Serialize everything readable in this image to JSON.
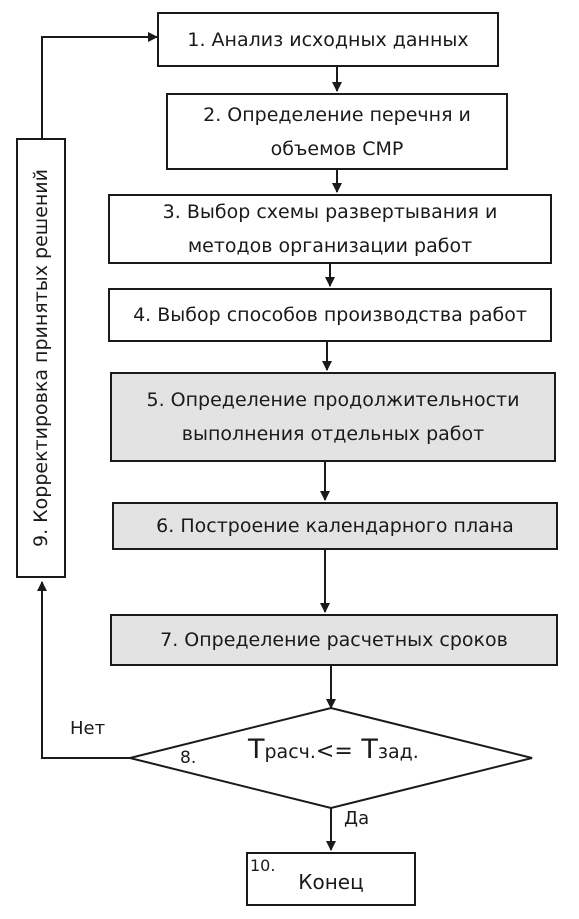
{
  "steps": {
    "s1": "1. Анализ исходных данных",
    "s2_line1": "2. Определение перечня и",
    "s2_line2": "объемов СМР",
    "s3_line1": "3. Выбор схемы развертывания и",
    "s3_line2": "методов организации работ",
    "s4": "4. Выбор способов производства работ",
    "s5_line1": "5. Определение продолжительности",
    "s5_line2": "выполнения отдельных работ",
    "s6": "6. Построение календарного плана",
    "s7": "7. Определение расчетных сроков",
    "s9": "9. Корректировка принятых решений",
    "s10_number": "10.",
    "s10_label": "Конец"
  },
  "decision": {
    "number": "8.",
    "t1": "T",
    "t1_sub": "расч.",
    "operator": "<=",
    "t2": "T",
    "t2_sub": "зад.",
    "no_label": "Нет",
    "yes_label": "Да"
  },
  "colors": {
    "line": "#1a1a1a",
    "shaded_fill": "#e3e3e3",
    "plain_fill": "#ffffff"
  }
}
